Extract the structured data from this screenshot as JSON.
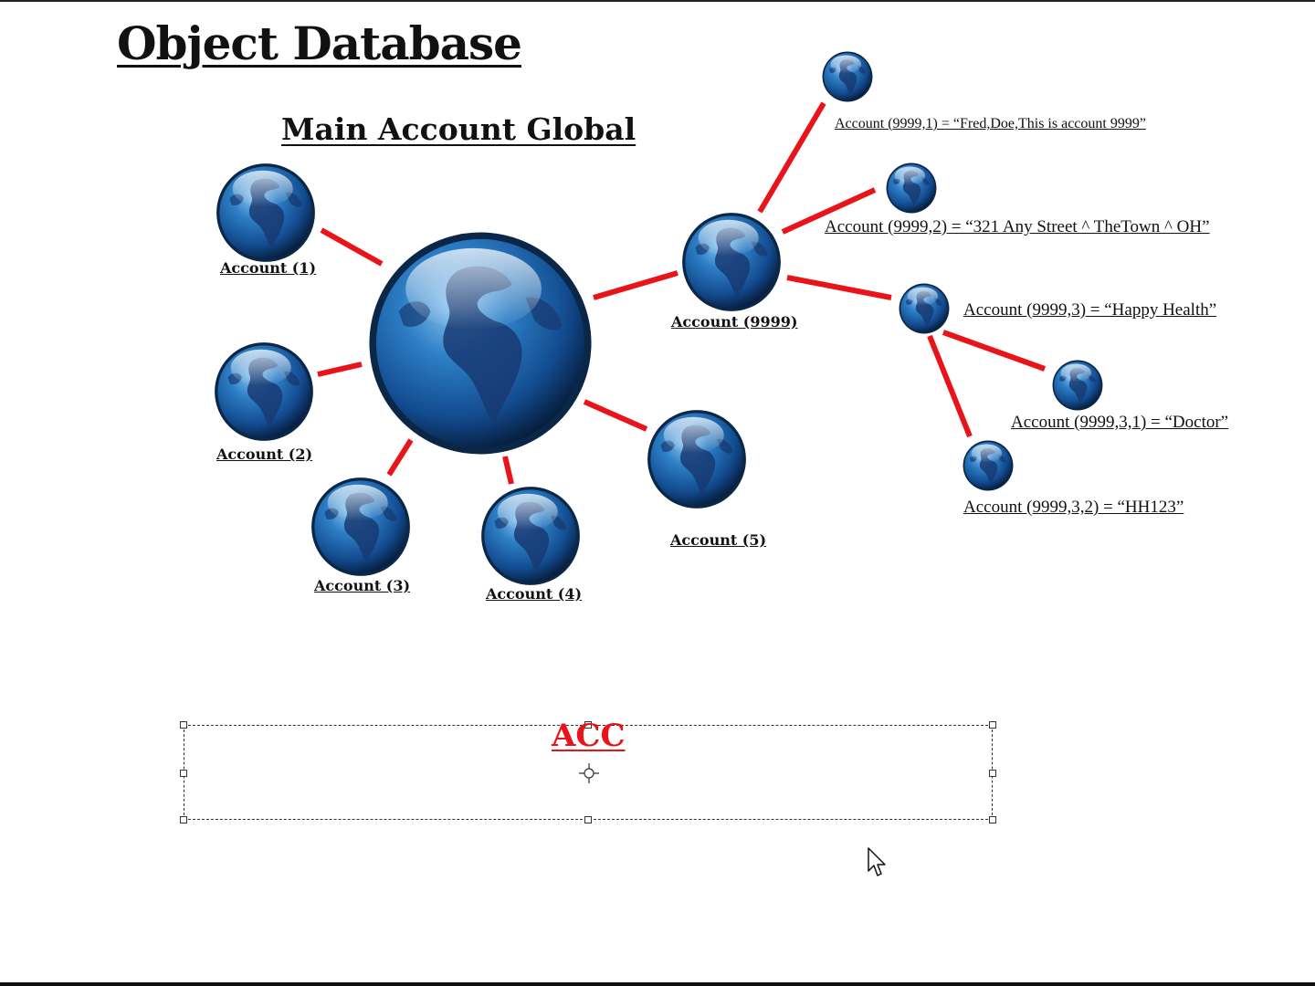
{
  "title": "Object Database",
  "subtitle": "Main Account Global",
  "colors": {
    "link": "#e8141a",
    "globe": "#1e5fa8",
    "ocean_dark": "#0b2e5e",
    "land": "#1a3d78",
    "text_accent": "#e8141a"
  },
  "nodes": {
    "account_1": "Account (1)",
    "account_2": "Account (2)",
    "account_3": "Account (3)",
    "account_4": "Account (4)",
    "account_5": "Account (5)",
    "account_9999": "Account (9999)"
  },
  "subscripts": {
    "s1": "Account (9999,1) = “Fred,Doe,This is account 9999”",
    "s2": "Account (9999,2) = “321 Any Street ^ TheTown ^ OH”",
    "s3": "Account (9999,3) = “Happy Health”",
    "s31": "Account (9999,3,1) = “Doctor”",
    "s32": "Account (9999,3,2) = “HH123”"
  },
  "textbox": {
    "text": "ACC"
  },
  "icons": {
    "globe": "globe-icon",
    "move": "move-handle-icon",
    "cursor": "mouse-pointer-icon"
  }
}
